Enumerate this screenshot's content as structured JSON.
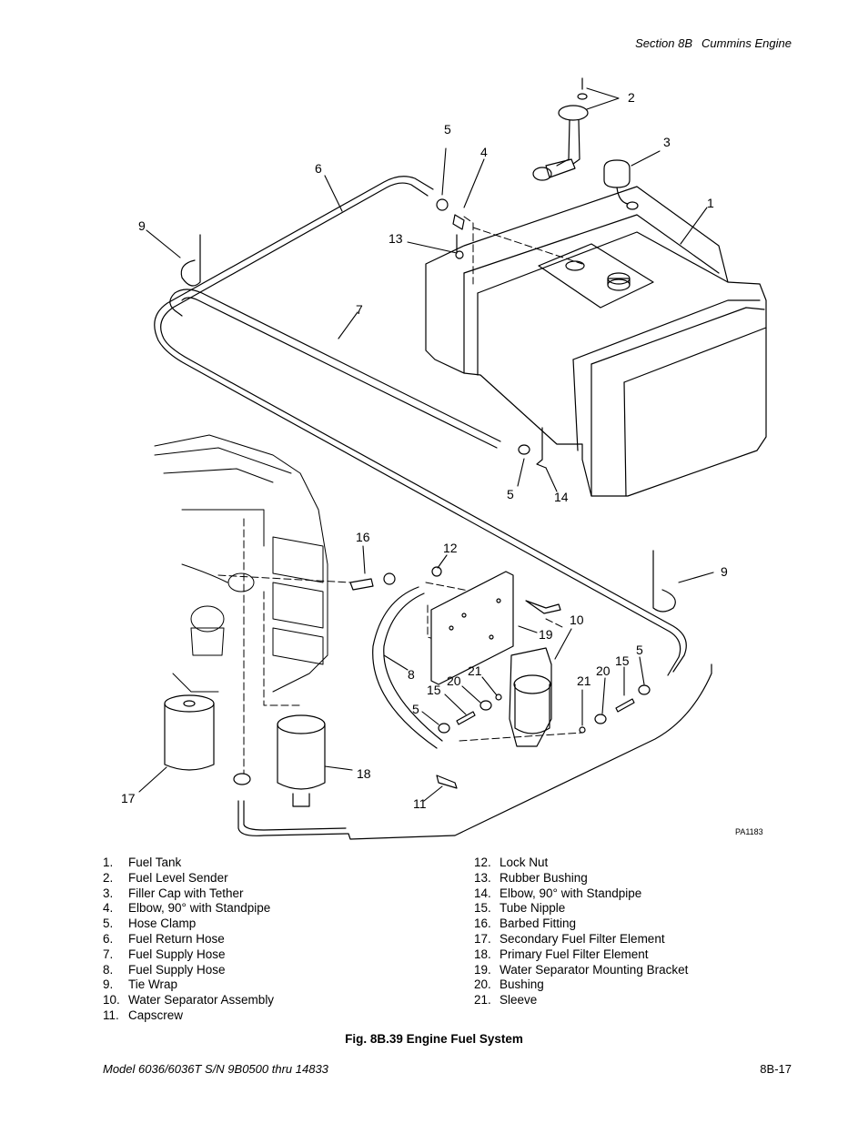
{
  "header": {
    "section": "Section 8B",
    "title": "Cummins Engine"
  },
  "figure": {
    "code": "PA1183",
    "caption": "Fig. 8B.39 Engine Fuel System",
    "callouts": [
      "1",
      "2",
      "3",
      "4",
      "5",
      "5",
      "5",
      "5",
      "6",
      "7",
      "8",
      "9",
      "9",
      "10",
      "11",
      "12",
      "13",
      "14",
      "15",
      "15",
      "16",
      "17",
      "18",
      "19",
      "20",
      "20",
      "21",
      "21"
    ]
  },
  "legend_left": [
    {
      "num": "1.",
      "label": "Fuel Tank"
    },
    {
      "num": "2.",
      "label": "Fuel Level Sender"
    },
    {
      "num": "3.",
      "label": "Filler Cap with Tether"
    },
    {
      "num": "4.",
      "label": "Elbow, 90° with Standpipe"
    },
    {
      "num": "5.",
      "label": "Hose Clamp"
    },
    {
      "num": "6.",
      "label": "Fuel Return Hose"
    },
    {
      "num": "7.",
      "label": "Fuel Supply Hose"
    },
    {
      "num": "8.",
      "label": "Fuel Supply Hose"
    },
    {
      "num": "9.",
      "label": "Tie Wrap"
    },
    {
      "num": "10.",
      "label": "Water Separator Assembly"
    },
    {
      "num": "11.",
      "label": "Capscrew"
    }
  ],
  "legend_right": [
    {
      "num": "12.",
      "label": "Lock Nut"
    },
    {
      "num": "13.",
      "label": "Rubber Bushing"
    },
    {
      "num": "14.",
      "label": "Elbow, 90° with Standpipe"
    },
    {
      "num": "15.",
      "label": "Tube Nipple"
    },
    {
      "num": "16.",
      "label": "Barbed Fitting"
    },
    {
      "num": "17.",
      "label": "Secondary Fuel Filter Element"
    },
    {
      "num": "18.",
      "label": "Primary Fuel Filter Element"
    },
    {
      "num": "19.",
      "label": "Water Separator Mounting Bracket"
    },
    {
      "num": "20.",
      "label": "Bushing"
    },
    {
      "num": "21.",
      "label": "Sleeve"
    }
  ],
  "footer": {
    "model": "Model 6036/6036T S/N 9B0500 thru 14833",
    "page": "8B-17"
  }
}
